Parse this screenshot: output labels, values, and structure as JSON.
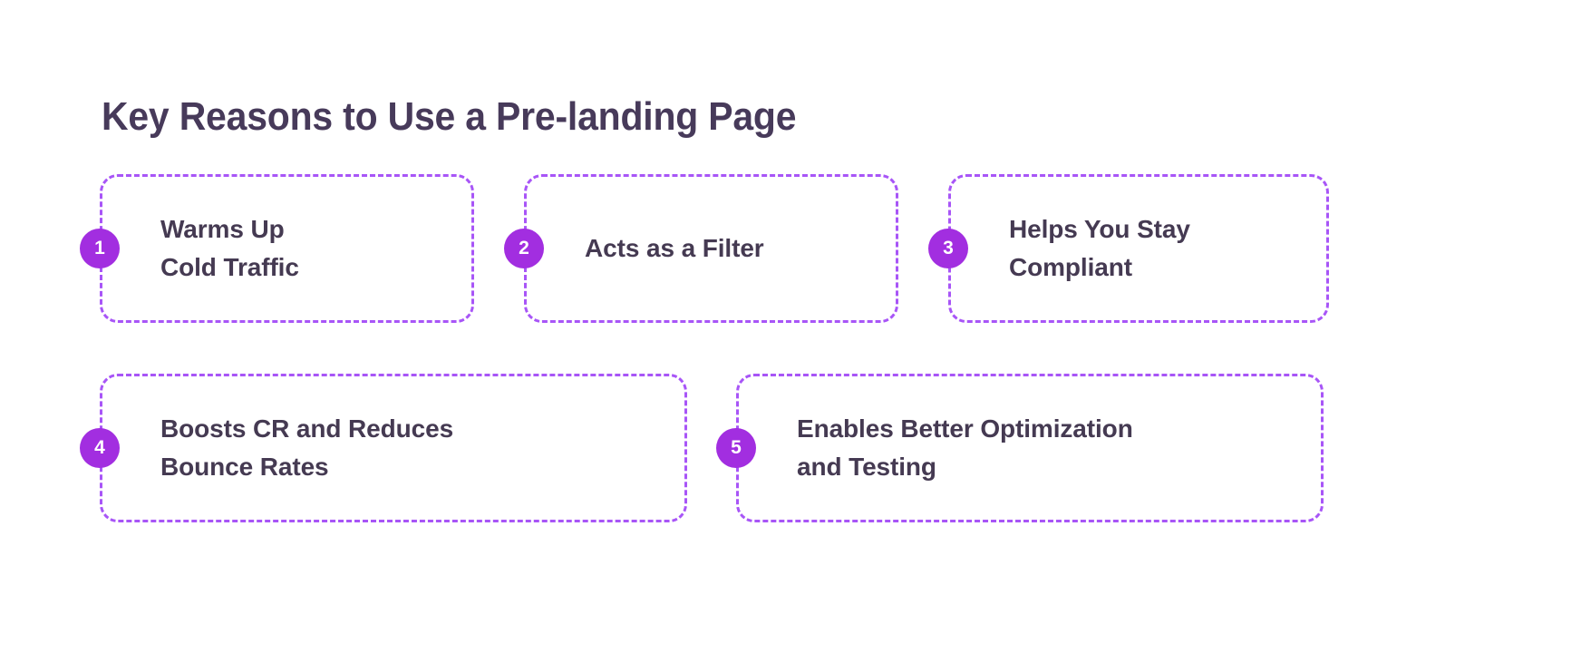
{
  "page": {
    "background_color": "#ffffff",
    "title": "Key Reasons to Use a Pre-landing Page",
    "title_color": "#473a5a"
  },
  "theme": {
    "accent_color": "#a855f7",
    "badge_color": "#a22ee0",
    "badge_text_color": "#ffffff",
    "card_text_color": "#453a52",
    "card_border_style": "dashed",
    "card_border_radius": "20px"
  },
  "cards": [
    {
      "number": "1",
      "badge_name": "badge-1",
      "lines": [
        "Warms Up",
        "Cold Traffic"
      ],
      "line1": "Warms Up",
      "line2": "Cold Traffic"
    },
    {
      "number": "2",
      "badge_name": "badge-2",
      "lines": [
        "Acts as a Filter"
      ],
      "line1": "Acts as a Filter",
      "line2": ""
    },
    {
      "number": "3",
      "badge_name": "badge-3",
      "lines": [
        "Helps You Stay",
        "Compliant"
      ],
      "line1": "Helps You Stay",
      "line2": "Compliant"
    },
    {
      "number": "4",
      "badge_name": "badge-4",
      "lines": [
        "Boosts CR and Reduces",
        "Bounce Rates"
      ],
      "line1": "Boosts CR and Reduces",
      "line2": "Bounce Rates"
    },
    {
      "number": "5",
      "badge_name": "badge-5",
      "lines": [
        "Enables Better Optimization",
        "and Testing"
      ],
      "line1": "Enables Better Optimization",
      "line2": "and Testing"
    }
  ]
}
